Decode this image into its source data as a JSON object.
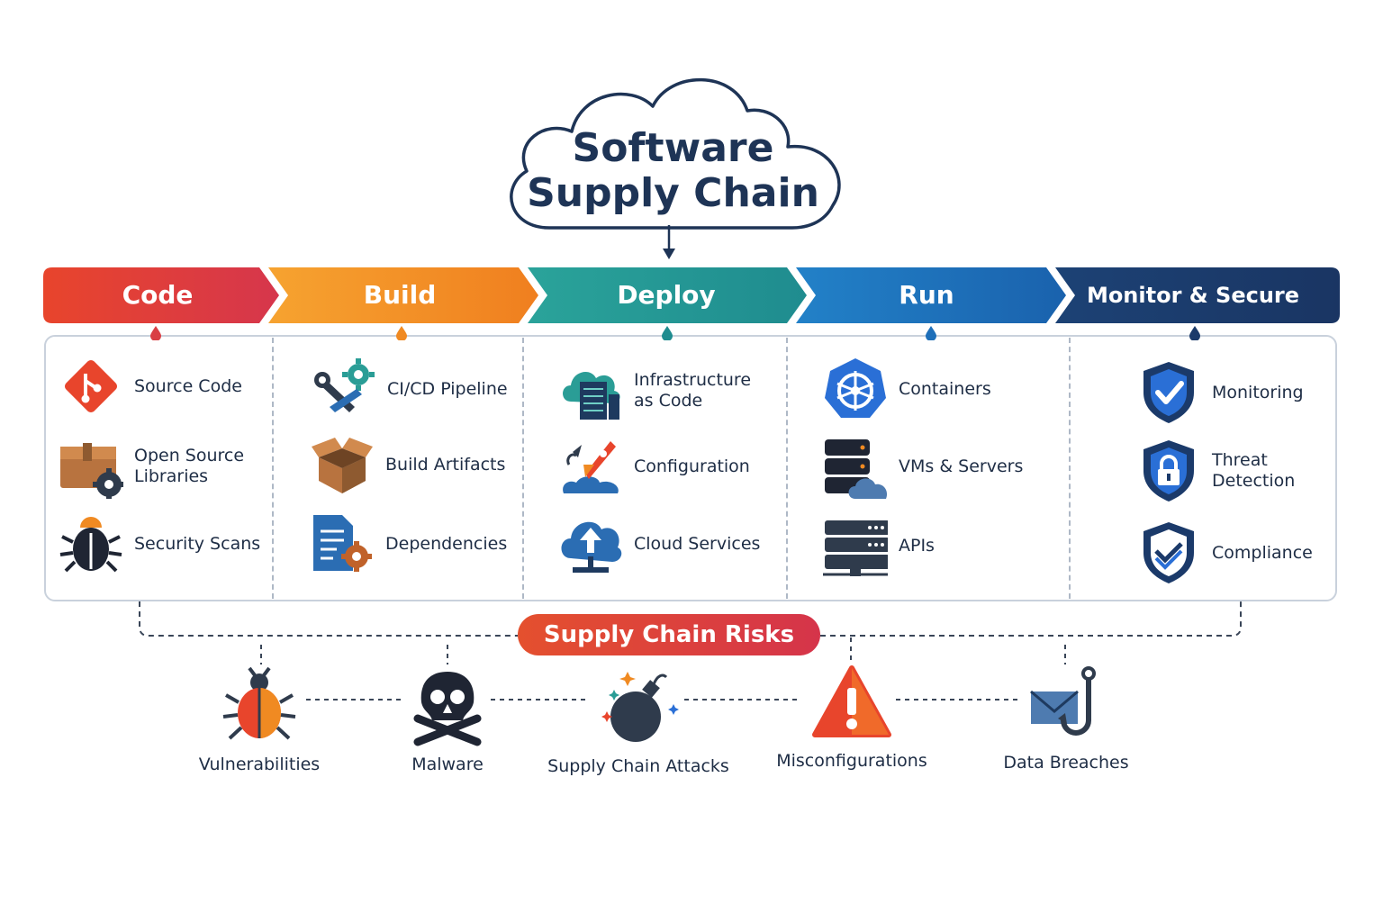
{
  "title": {
    "line1": "Software",
    "line2": "Supply Chain"
  },
  "stages": [
    {
      "name": "Code",
      "color_start": "#e8452c",
      "color_end": "#d6364c",
      "items": [
        {
          "label": "Source Code",
          "icon": "git-diamond-icon"
        },
        {
          "label": "Open Source Libraries",
          "icon": "package-gear-icon"
        },
        {
          "label": "Security Scans",
          "icon": "bug-scan-icon"
        }
      ]
    },
    {
      "name": "Build",
      "color_start": "#f39a2a",
      "color_end": "#f07f1f",
      "items": [
        {
          "label": "CI/CD Pipeline",
          "icon": "wrench-gear-icon"
        },
        {
          "label": "Build Artifacts",
          "icon": "open-box-icon"
        },
        {
          "label": "Dependencies",
          "icon": "document-gear-icon"
        }
      ]
    },
    {
      "name": "Deploy",
      "color_start": "#2a9d96",
      "color_end": "#1f8c8f",
      "items": [
        {
          "label": "Infrastructure as Code",
          "icon": "cloud-server-icon"
        },
        {
          "label": "Configuration",
          "icon": "rocket-launch-icon"
        },
        {
          "label": "Cloud Services",
          "icon": "cloud-upload-icon"
        }
      ]
    },
    {
      "name": "Run",
      "color_start": "#1f76c0",
      "color_end": "#1a62ad",
      "items": [
        {
          "label": "Containers",
          "icon": "kubernetes-icon"
        },
        {
          "label": "VMs & Servers",
          "icon": "database-cloud-icon"
        },
        {
          "label": "APIs",
          "icon": "server-rack-icon"
        }
      ]
    },
    {
      "name": "Monitor & Secure",
      "color_start": "#1b3e6f",
      "color_end": "#1a3563",
      "items": [
        {
          "label": "Monitoring",
          "icon": "shield-check-icon"
        },
        {
          "label": "Threat Detection",
          "icon": "shield-lock-icon"
        },
        {
          "label": "Compliance",
          "icon": "shield-double-check-icon"
        }
      ]
    }
  ],
  "risks": {
    "title": "Supply Chain Risks",
    "items": [
      {
        "label": "Vulnerabilities",
        "icon": "bug-icon"
      },
      {
        "label": "Malware",
        "icon": "skull-crossbones-icon"
      },
      {
        "label": "Supply Chain Attacks",
        "icon": "bomb-icon"
      },
      {
        "label": "Misconfigurations",
        "icon": "warning-triangle-icon"
      },
      {
        "label": "Data Breaches",
        "icon": "phishing-hook-icon"
      }
    ]
  }
}
